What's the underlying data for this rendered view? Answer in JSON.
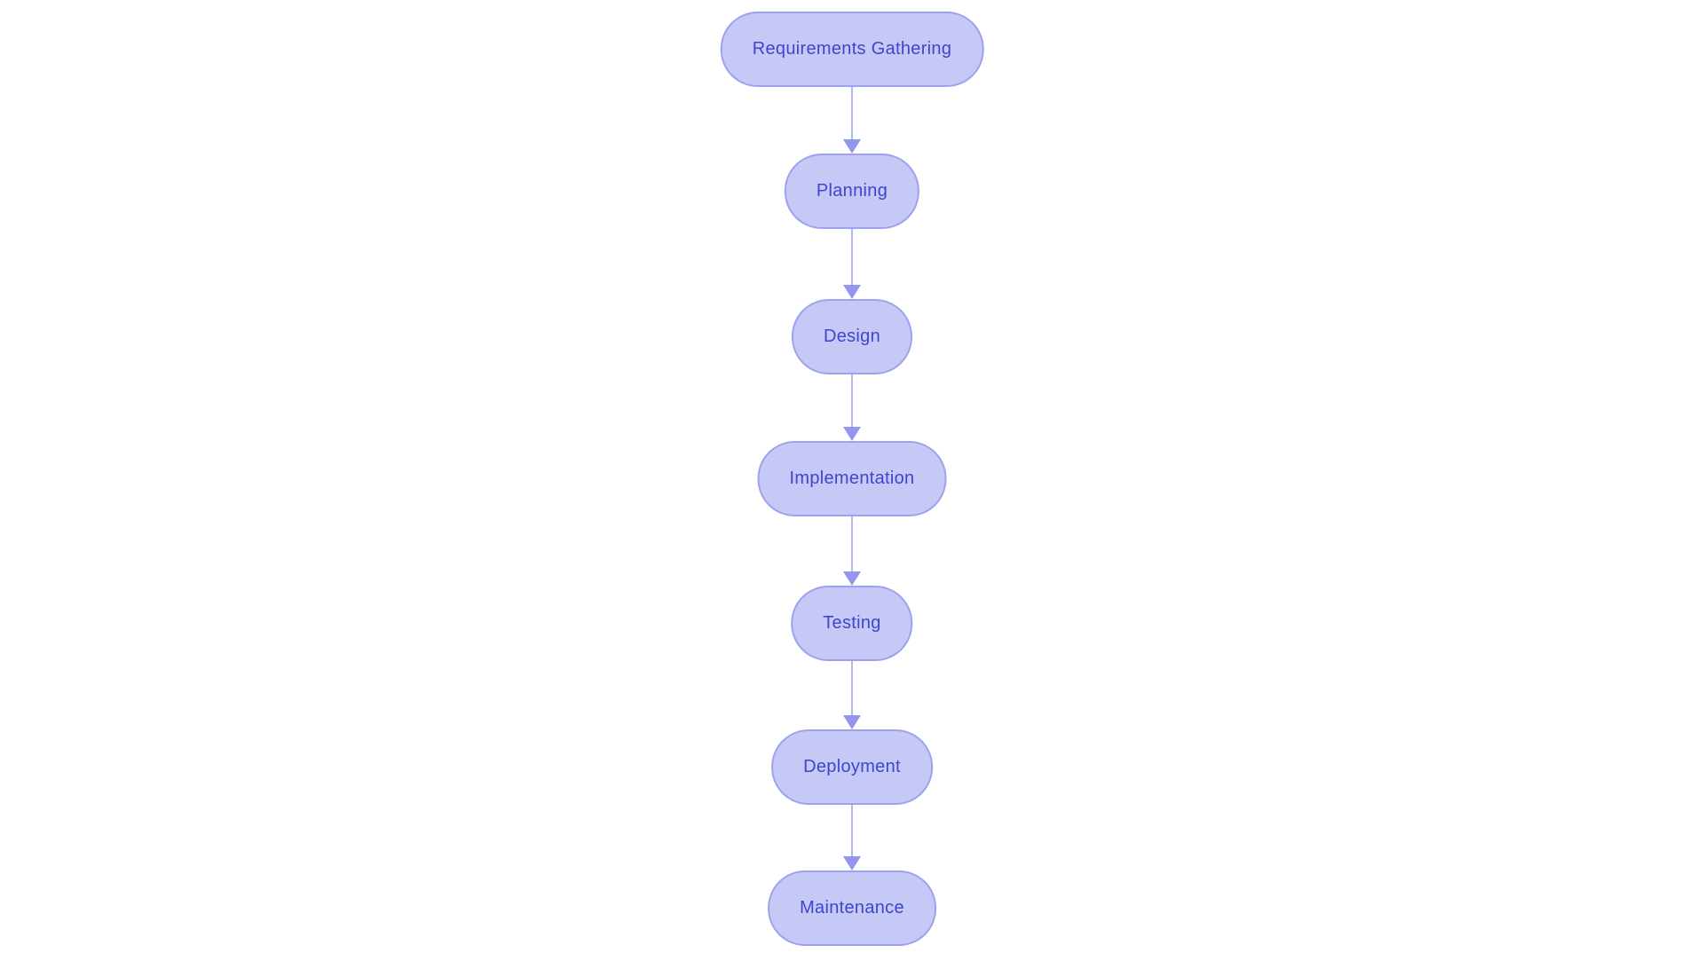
{
  "flowchart": {
    "nodes": [
      {
        "id": "requirements-gathering",
        "label": "Requirements Gathering"
      },
      {
        "id": "planning",
        "label": "Planning"
      },
      {
        "id": "design",
        "label": "Design"
      },
      {
        "id": "implementation",
        "label": "Implementation"
      },
      {
        "id": "testing",
        "label": "Testing"
      },
      {
        "id": "deployment",
        "label": "Deployment"
      },
      {
        "id": "maintenance",
        "label": "Maintenance"
      }
    ],
    "edges": [
      {
        "from": "Requirements Gathering",
        "to": "Planning"
      },
      {
        "from": "Planning",
        "to": "Design"
      },
      {
        "from": "Design",
        "to": "Implementation"
      },
      {
        "from": "Implementation",
        "to": "Testing"
      },
      {
        "from": "Testing",
        "to": "Deployment"
      },
      {
        "from": "Deployment",
        "to": "Maintenance"
      }
    ],
    "colors": {
      "background": "#ffffff",
      "node_fill": "#c6c9f5",
      "node_border": "#9da2f0",
      "node_text": "#3f45cf",
      "arrow_line": "#b5b8f3",
      "arrow_head": "#9196ee"
    }
  }
}
